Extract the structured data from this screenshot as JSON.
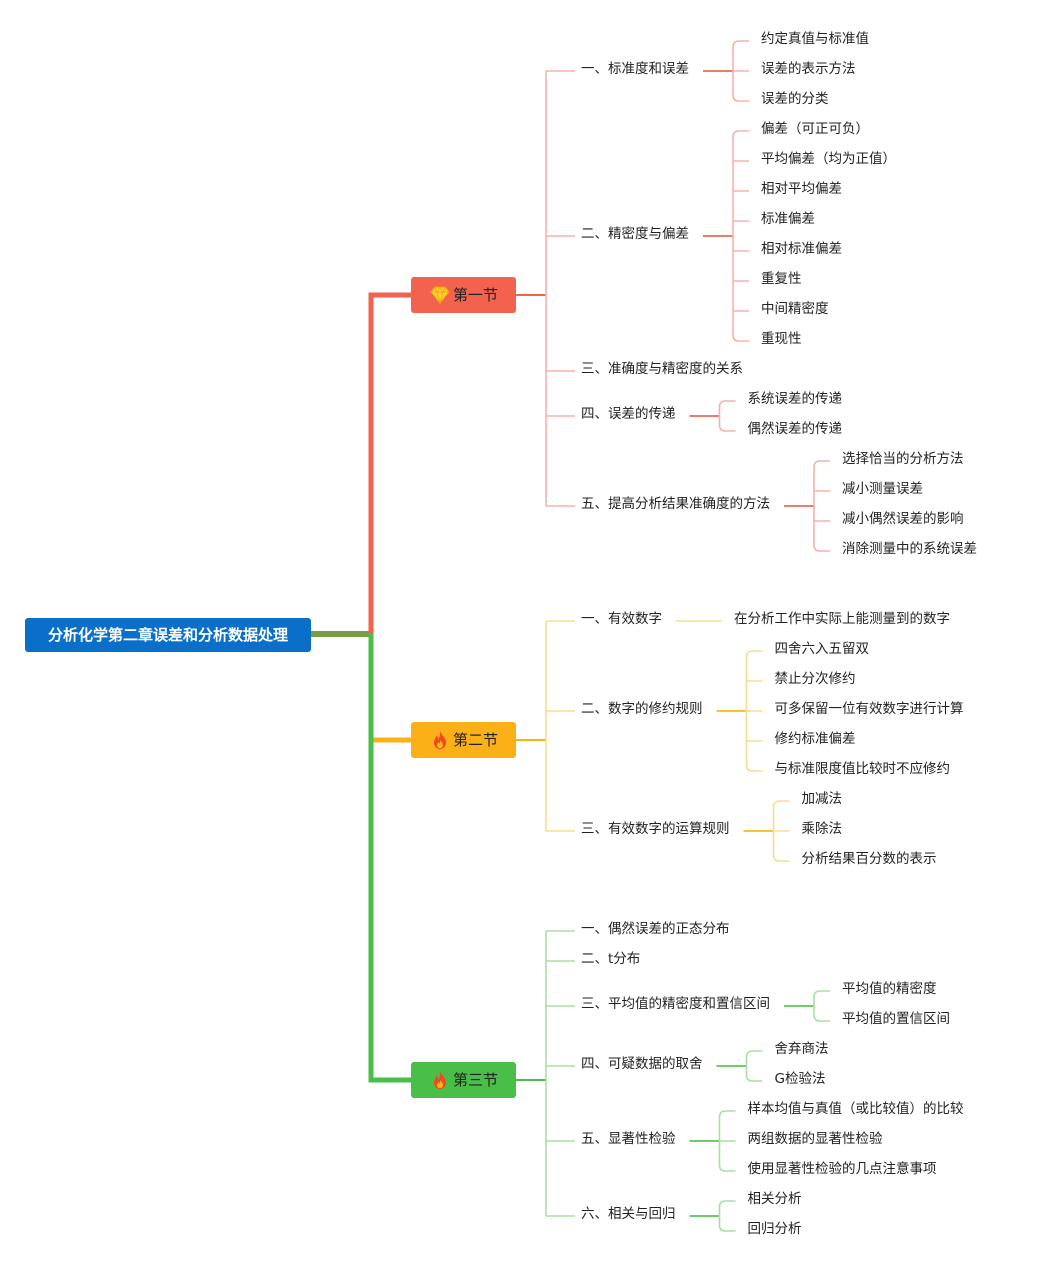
{
  "root": {
    "label": "分析化学第二章误差和分析数据处理"
  },
  "colors": {
    "root": "#0a6fc9",
    "trunk": "#7a9e43"
  },
  "sections": [
    {
      "label": "第一节",
      "icon": "gem-icon",
      "color": "#f2624f",
      "light": "#f5b3a8",
      "mid": "#ee7c6e",
      "items": [
        {
          "label": "一、标准度和误差",
          "children": [
            "约定真值与标准值",
            "误差的表示方法",
            "误差的分类"
          ]
        },
        {
          "label": "二、精密度与偏差",
          "children": [
            "偏差（可正可负）",
            "平均偏差（均为正值）",
            "相对平均偏差",
            "标准偏差",
            "相对标准偏差",
            "重复性",
            "中间精密度",
            "重现性"
          ]
        },
        {
          "label": "三、准确度与精密度的关系",
          "children": []
        },
        {
          "label": "四、误差的传递",
          "children": [
            "系统误差的传递",
            "偶然误差的传递"
          ]
        },
        {
          "label": "五、提高分析结果准确度的方法",
          "children": [
            "选择恰当的分析方法",
            "减小测量误差",
            "减小偶然误差的影响",
            "消除测量中的系统误差"
          ]
        }
      ]
    },
    {
      "label": "第二节",
      "icon": "fire-icon",
      "color": "#fbb018",
      "light": "#f7dd92",
      "mid": "#f6c531",
      "items": [
        {
          "label": "一、有效数字",
          "children": [
            "在分析工作中实际上能测量到的数字"
          ]
        },
        {
          "label": "二、数字的修约规则",
          "children": [
            "四舍六入五留双",
            "禁止分次修约",
            "可多保留一位有效数字进行计算",
            "修约标准偏差",
            "与标准限度值比较时不应修约"
          ]
        },
        {
          "label": "三、有效数字的运算规则",
          "children": [
            "加减法",
            "乘除法",
            "分析结果百分数的表示"
          ]
        }
      ]
    },
    {
      "label": "第三节",
      "icon": "fire-icon",
      "color": "#49be49",
      "light": "#a8e0a4",
      "mid": "#6fcb6b",
      "items": [
        {
          "label": "一、偶然误差的正态分布",
          "children": []
        },
        {
          "label": "二、t分布",
          "children": []
        },
        {
          "label": "三、平均值的精密度和置信区间",
          "children": [
            "平均值的精密度",
            "平均值的置信区间"
          ]
        },
        {
          "label": "四、可疑数据的取舍",
          "children": [
            "舍弃商法",
            "G检验法"
          ]
        },
        {
          "label": "五、显著性检验",
          "children": [
            "样本均值与真值（或比较值）的比较",
            "两组数据的显著性检验",
            "使用显著性检验的几点注意事项"
          ]
        },
        {
          "label": "六、相关与回归",
          "children": [
            "相关分析",
            "回归分析"
          ]
        }
      ]
    }
  ]
}
